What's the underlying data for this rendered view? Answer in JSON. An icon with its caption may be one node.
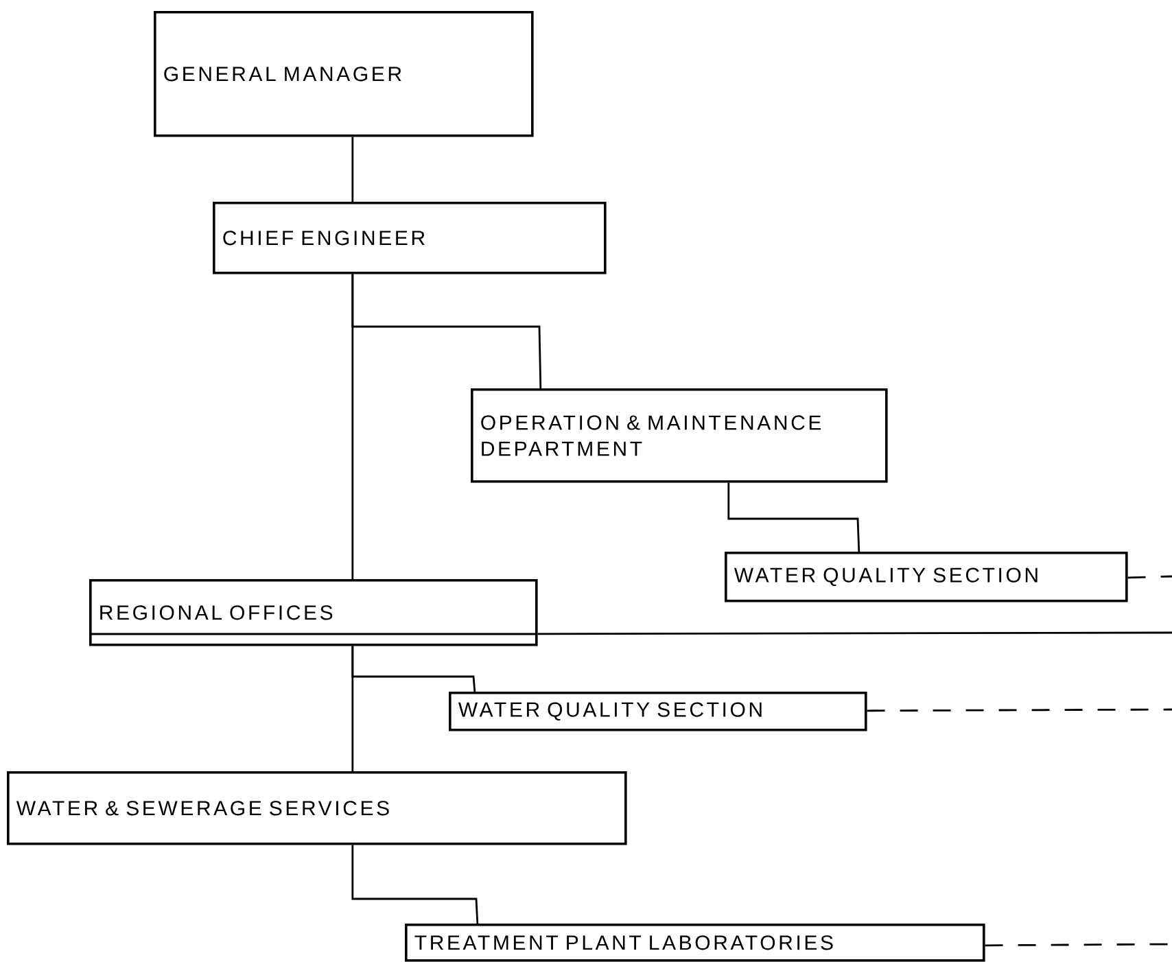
{
  "diagram": {
    "nodes": [
      {
        "text": [
          "GENERAL MANAGER"
        ]
      },
      {
        "text": [
          "CHIEF ENGINEER"
        ]
      },
      {
        "text": [
          "OPERATION & MAINTENANCE DEPARTMENT"
        ]
      },
      {
        "text": [
          "WATER QUALITY SECTION"
        ]
      },
      {
        "text": [
          "REGIONAL OFFICES"
        ]
      },
      {
        "text": [
          "WATER QUALITY SECTION"
        ]
      },
      {
        "text": [
          "WATER & SEWERAGE SERVICES"
        ]
      },
      {
        "text": [
          "TREATMENT PLANT LABORATORIES"
        ]
      }
    ],
    "edges": [
      {
        "from": 0,
        "to": 1,
        "arrow": "none"
      },
      {
        "from": 1,
        "to": 2,
        "arrow": "none"
      },
      {
        "from": 1,
        "to": 4,
        "arrow": "none"
      },
      {
        "from": 2,
        "to": 3,
        "arrow": "none"
      },
      {
        "from": 4,
        "to": 5,
        "arrow": "none"
      },
      {
        "from": 4,
        "to": 6,
        "arrow": "none"
      },
      {
        "from": 6,
        "to": 7,
        "arrow": "none"
      },
      {
        "from": 3,
        "to": null,
        "arrow": "none",
        "style": "dashed"
      },
      {
        "from": 4,
        "to": null,
        "arrow": "none"
      },
      {
        "from": 5,
        "to": null,
        "arrow": "none",
        "style": "dashed"
      },
      {
        "from": 7,
        "to": null,
        "arrow": "none",
        "style": "dashed"
      }
    ]
  }
}
